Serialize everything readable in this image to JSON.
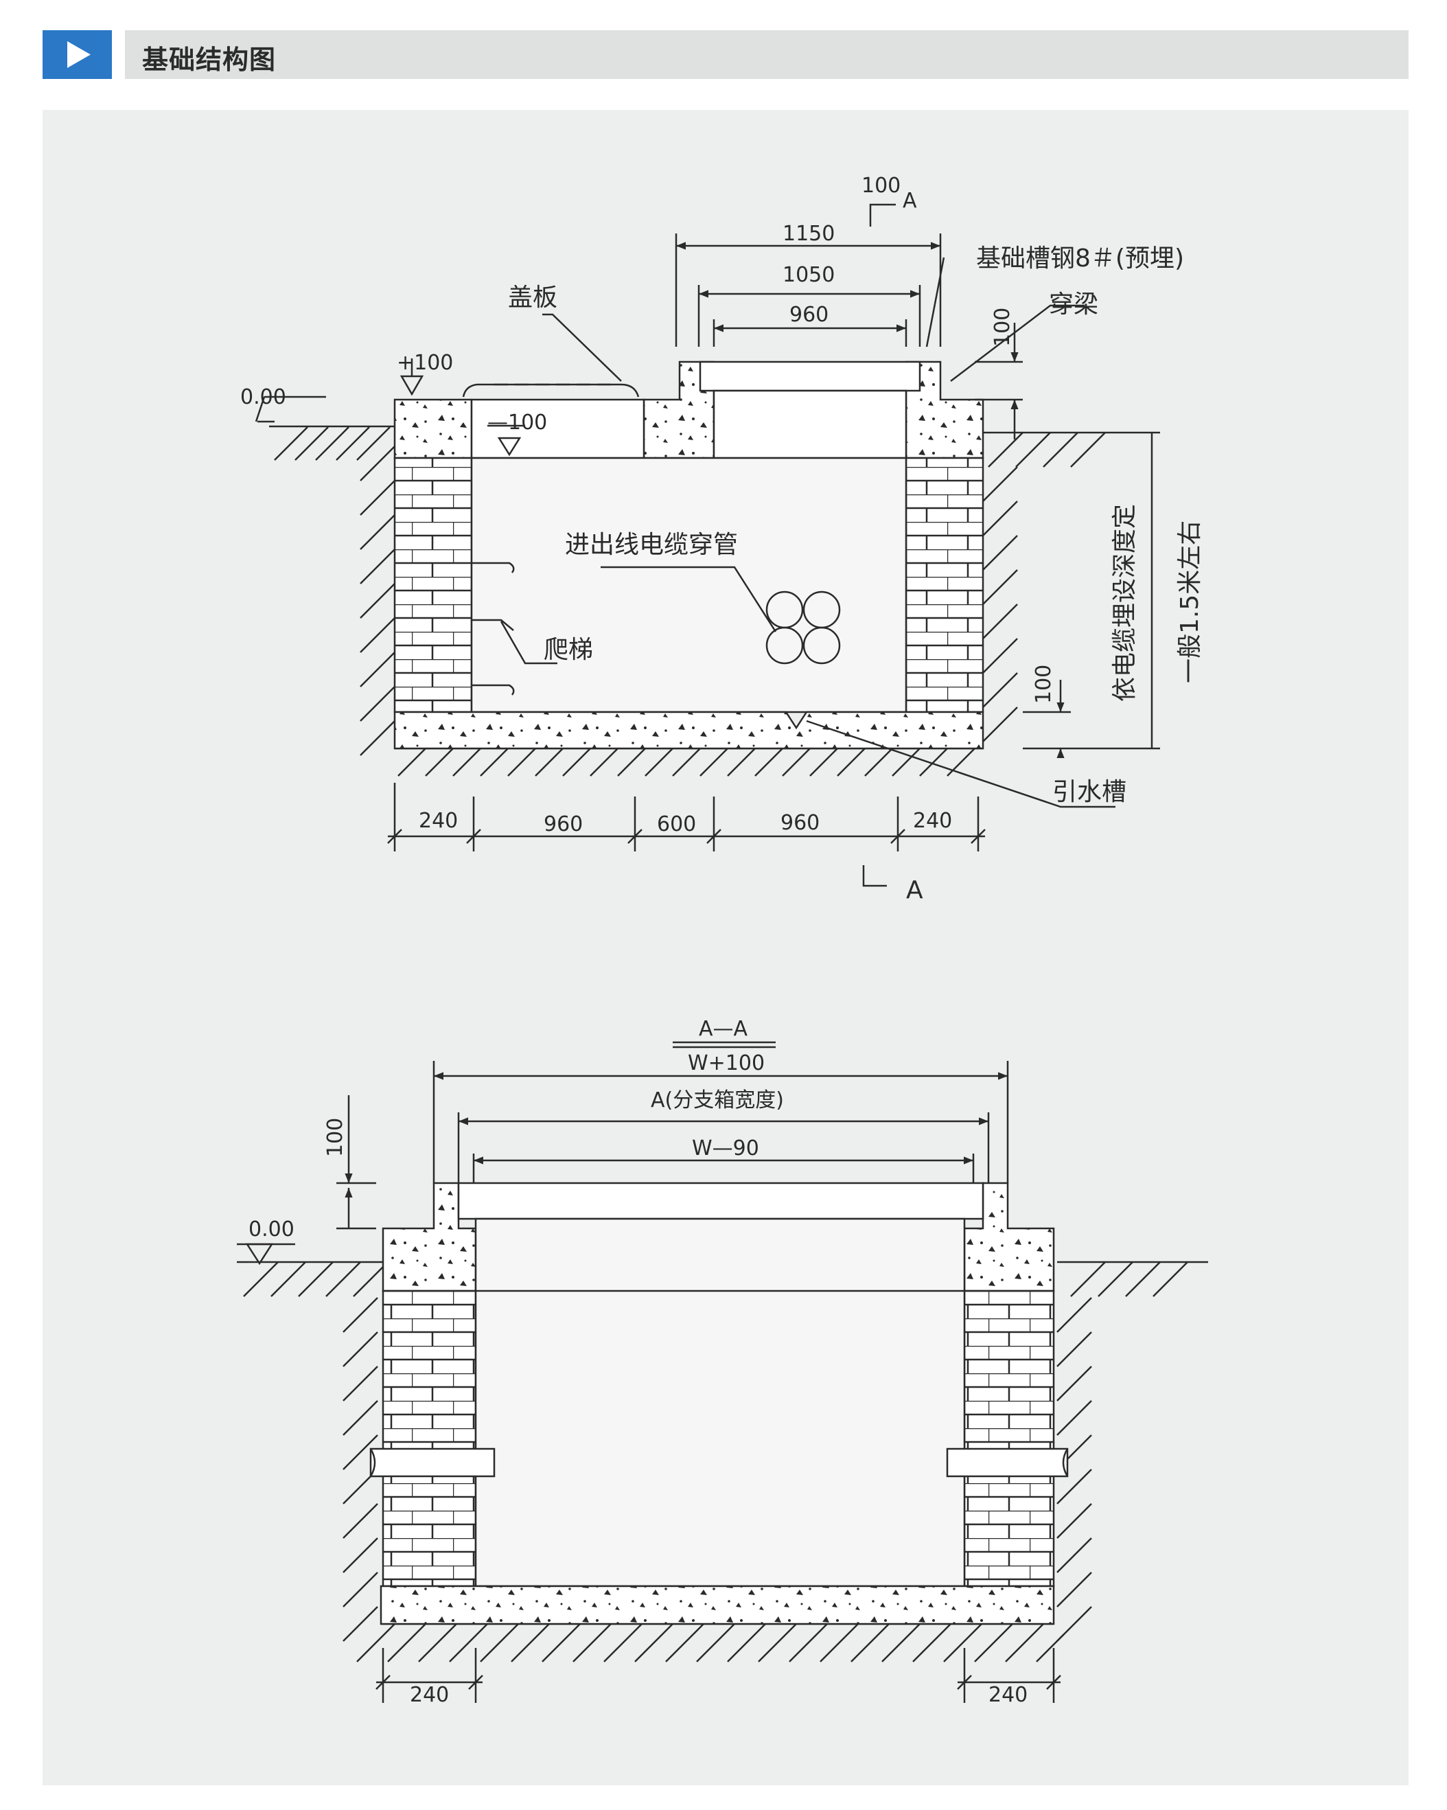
{
  "header": {
    "title": "基础结构图",
    "play_icon": "play-triangle-icon",
    "accent_color": "#2a78c6"
  },
  "plan_view": {
    "section_mark_top": "100",
    "section_letter": "A",
    "dim_1150": "1150",
    "dim_1050": "1050",
    "dim_960_top": "960",
    "label_channel_steel": "基础槽钢8＃(预埋)",
    "label_beam": "穿梁",
    "label_cover": "盖板",
    "dim_100_vertical": "100",
    "level_000": "0.00",
    "level_plus100": "+100",
    "level_minus100": "—100",
    "label_cable_conduit": "进出线电缆穿管",
    "label_ladder": "爬梯",
    "label_depth_by_cable": "依电缆埋设深度定",
    "label_depth_typical": "一般1.5米左右",
    "dim_100_bottom": "100",
    "label_drain": "引水槽",
    "dims_bottom": [
      "240",
      "960",
      "600",
      "960",
      "240"
    ],
    "section_mark_bottom": "A"
  },
  "section_view": {
    "title": "A—A",
    "dim_w100": "W+100",
    "dim_a_width": "A(分支箱宽度)",
    "dim_w90": "W—90",
    "dim_100_vertical": "100",
    "level_000": "0.00",
    "dims_bottom": [
      "240",
      "240"
    ]
  }
}
